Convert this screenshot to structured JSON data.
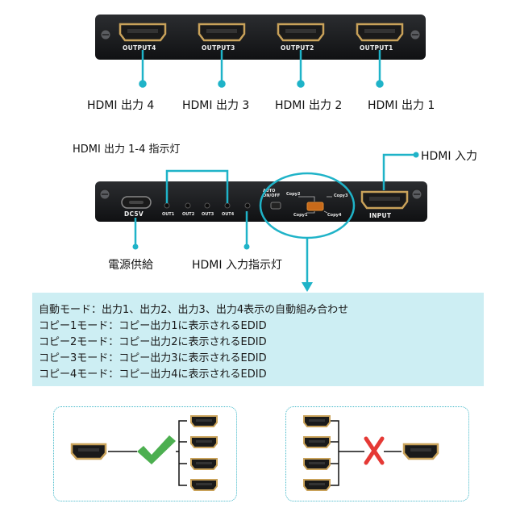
{
  "top_device": {
    "ports": [
      "OUTPUT4",
      "OUTPUT3",
      "OUTPUT2",
      "OUTPUT1"
    ],
    "labels": [
      "HDMI 出力 4",
      "HDMI 出力 3",
      "HDMI 出力 2",
      "HDMI 出力 1"
    ]
  },
  "bottom_device": {
    "indicator_heading": "HDMI 出力 1-4 指示灯",
    "input_label": "HDMI 入力",
    "dc_label": "DC5V",
    "out_leds": [
      "OUT1",
      "OUT2",
      "OUT3",
      "OUT4"
    ],
    "auto_label": "AUTO\nON/OFF",
    "copy_labels": [
      "Copy2",
      "Copy3",
      "Copy1",
      "Copy4"
    ],
    "input_port": "INPUT",
    "power_label": "電源供給",
    "input_indicator_label": "HDMI 入力指示灯"
  },
  "info": {
    "lines": [
      "自動モード：出力1、出力2、出力3、出力4表示の自動組み合わせ",
      "コピー1モード：コピー出力1に表示されるEDID",
      "コピー2モード：コピー出力2に表示されるEDID",
      "コピー3モード：コピー出力3に表示されるEDID",
      "コピー4モード：コピー出力4に表示されるEDID"
    ]
  },
  "colors": {
    "accent": "#1fb3c8",
    "info_bg": "#cdeef3",
    "check": "#4caf50",
    "cross": "#e53935",
    "port_gold": "#c9a25a"
  },
  "icons": {
    "check": "check-icon",
    "cross": "cross-icon",
    "hdmi": "hdmi-port-icon"
  }
}
